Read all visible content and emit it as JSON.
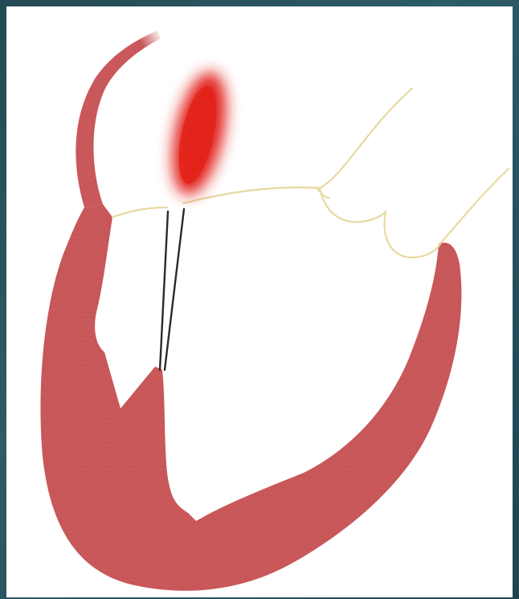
{
  "figure": {
    "subject": "heart-cross-section-with-catheter",
    "colors": {
      "background_border": "#244a55",
      "canvas": "#ffffff",
      "myocardium": "#c8585a",
      "myocardium_dark": "#b54a4d",
      "valve_leaflets": "#e8d9a0",
      "catheter": "#2a2a2a",
      "jet": "#e2231a"
    },
    "icons": [
      "aorta-wall-shape",
      "mitral-valve-leaflets-shape",
      "left-ventricle-myocardium-shape",
      "regurgitant-jet-shape",
      "catheter-shape"
    ]
  }
}
